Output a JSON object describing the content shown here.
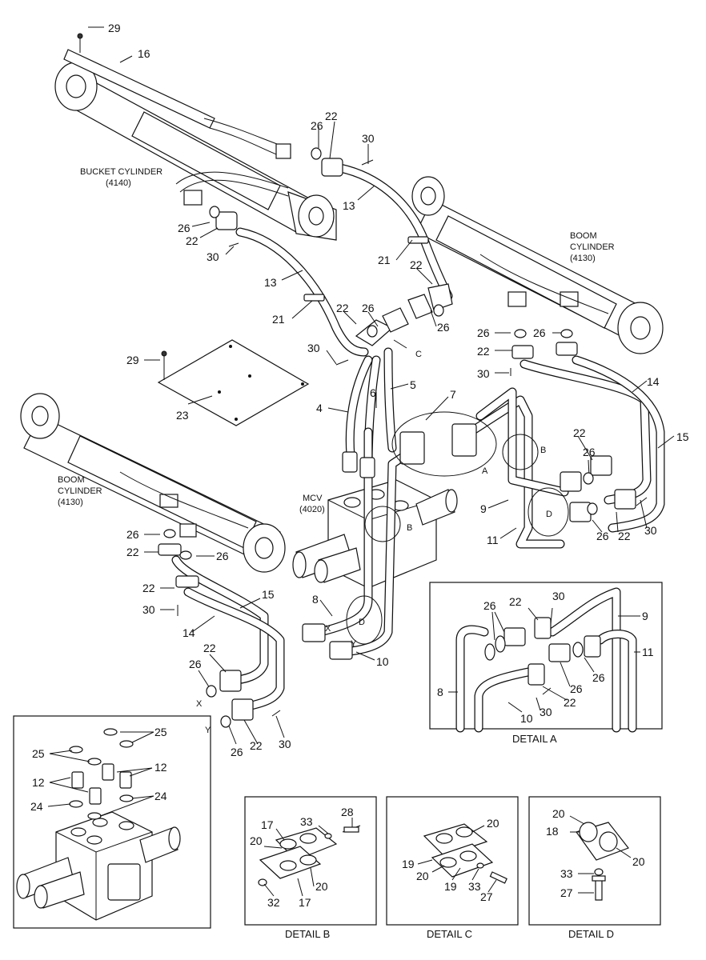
{
  "labels": {
    "bucket_cylinder": "BUCKET CYLINDER",
    "bucket_cylinder_code": "(4140)",
    "boom_cylinder_right": "BOOM",
    "boom_cylinder_right_2": "CYLINDER",
    "boom_cylinder_right_code": "(4130)",
    "boom_cylinder_left": "BOOM",
    "boom_cylinder_left_2": "CYLINDER",
    "boom_cylinder_left_code": "(4130)",
    "mcv": "MCV",
    "mcv_code": "(4020)",
    "port_x": "X",
    "port_y": "Y",
    "circle_a": "A",
    "circle_b": "B",
    "circle_c": "C",
    "circle_d": "D"
  },
  "details": {
    "a_title": "DETAIL A",
    "b_title": "DETAIL B",
    "c_title": "DETAIL C",
    "d_title": "DETAIL D"
  },
  "callouts": {
    "p29a": "29",
    "p16": "16",
    "p22a": "22",
    "p26a": "26",
    "p30a": "30",
    "p13a": "13",
    "p26b": "26",
    "p22b": "22",
    "p30b": "30",
    "p13b": "13",
    "p21a": "21",
    "p22c": "22",
    "p21b": "21",
    "p22d": "22",
    "p26c": "26",
    "p26d": "26",
    "p30c": "30",
    "p29b": "29",
    "p23": "23",
    "p4": "4",
    "p6": "6",
    "p5": "5",
    "p7": "7",
    "p26e": "26",
    "p26f": "26",
    "p22e": "22",
    "p30d": "30",
    "p14a": "14",
    "p15a": "15",
    "p22f": "22",
    "p26g": "26",
    "p9a": "9",
    "p11a": "11",
    "p26h": "26",
    "p22g": "22",
    "p30e": "30",
    "p26i": "26",
    "p22h": "22",
    "p26j": "26",
    "p22i": "22",
    "p30f": "30",
    "p15b": "15",
    "p14b": "14",
    "p8a": "8",
    "p10a": "10",
    "p22j": "22",
    "p26k": "26",
    "p26l": "26",
    "p22k": "22",
    "p30g": "30",
    "a26a": "26",
    "a22a": "22",
    "a30": "30",
    "a9": "9",
    "a11": "11",
    "a26b": "26",
    "a26c": "26",
    "a22b": "22",
    "a30b": "30",
    "a8": "8",
    "a10": "10",
    "v25a": "25",
    "v25b": "25",
    "v12a": "12",
    "v12b": "12",
    "v24a": "24",
    "v24b": "24",
    "b28": "28",
    "b33": "33",
    "b17a": "17",
    "b20a": "20",
    "b20b": "20",
    "b32": "32",
    "b17b": "17",
    "c20a": "20",
    "c19a": "19",
    "c20b": "20",
    "c19b": "19",
    "c33": "33",
    "c27": "27",
    "d20a": "20",
    "d18": "18",
    "d20b": "20",
    "d33": "33",
    "d27": "27"
  }
}
